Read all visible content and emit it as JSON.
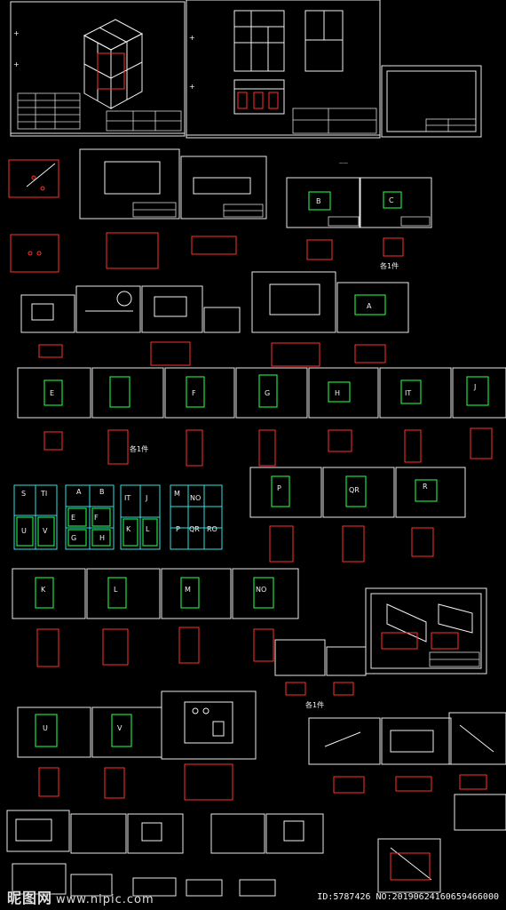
{
  "watermark": {
    "brand": "昵图网",
    "url": "www.nipic.com",
    "id_text": "ID:5787426 NO:20190624160659466000"
  },
  "labels": {
    "B": "B",
    "C": "C",
    "A": "A",
    "E": "E",
    "F": "F",
    "G": "G",
    "H": "H",
    "IT": "IT",
    "J": "J",
    "P": "P",
    "QR": "QR",
    "R": "R",
    "S": "S",
    "TI": "TI",
    "U": "U",
    "V": "V",
    "A2": "A",
    "B2": "B",
    "E2": "E",
    "F2": "F",
    "G2": "G",
    "H2": "H",
    "IT2": "IT",
    "J2": "J",
    "K2": "K",
    "L2": "L",
    "M2": "M",
    "NO2": "NO",
    "P2": "P",
    "QR2": "QR",
    "RO2": "RO",
    "K": "K",
    "L": "L",
    "M": "M",
    "NO": "NO",
    "U3": "U",
    "V3": "V",
    "each1": "各1件"
  },
  "colors": {
    "background": "#000000",
    "frame": "#e8e8e8",
    "part_outline": "#ff3030",
    "panel_green": "#20e040",
    "accent_cyan": "#30e0e0"
  }
}
